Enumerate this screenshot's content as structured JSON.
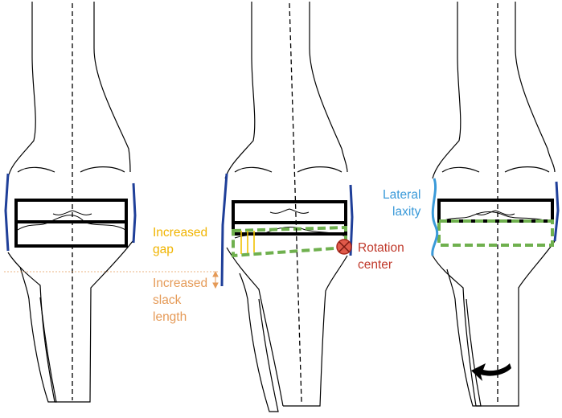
{
  "labels": {
    "increased_gap": [
      "Increased",
      "gap"
    ],
    "increased_slack_length": [
      "Increased",
      "slack",
      "length"
    ],
    "rotation_center": [
      "Rotation",
      "center"
    ],
    "lateral_laxity": [
      "Lateral",
      "laxity"
    ]
  },
  "colors": {
    "outline": "#000000",
    "ligament": "#1f3f99",
    "lateral_ligament": "#3a9ad9",
    "gap_label": "#f0b400",
    "slack_label": "#e59a57",
    "rotation_label": "#c0392b",
    "rotation_fill": "#e05a4a",
    "green_dash": "#6fb04e",
    "yellow_bars": "#f2c200"
  },
  "icons": {
    "rotation_center": "rotation-center-icon",
    "rotation_arrow": "curved-arrow-icon"
  }
}
